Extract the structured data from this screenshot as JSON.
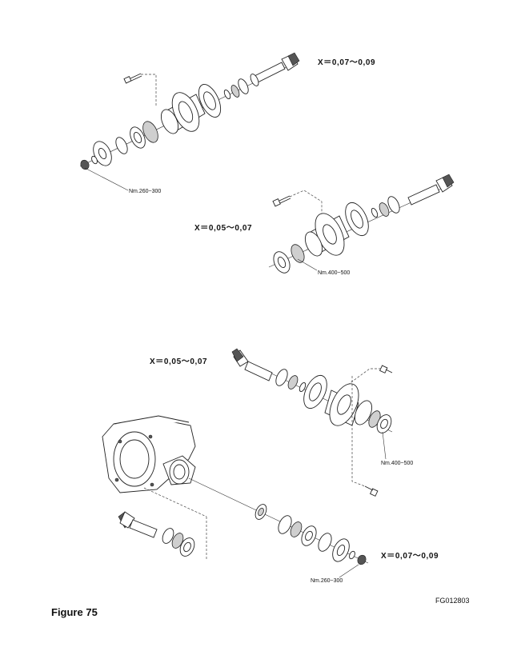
{
  "labels": {
    "x_top": "X＝0,07～0,09",
    "nm_top": "Nm.260~300",
    "x_mid": "X＝0,05～0,07",
    "nm_mid": "Nm.400~500",
    "x_lower": "X＝0,05～0,07",
    "nm_lower_right": "Nm.400~500",
    "x_bottom": "X＝0,07～0,09",
    "nm_bottom": "Nm.260~300",
    "figure_code": "FG012803"
  },
  "caption": "Figure 75"
}
